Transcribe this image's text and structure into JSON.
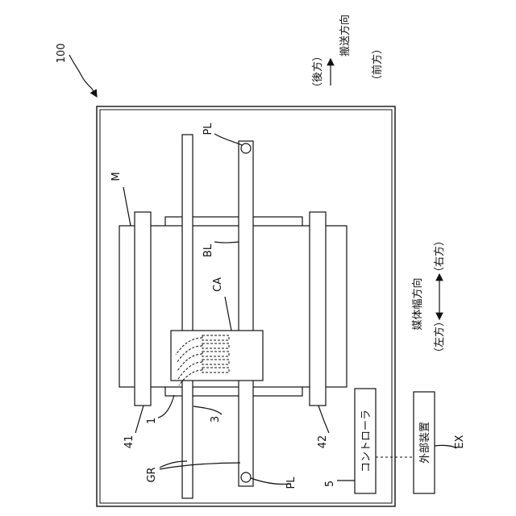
{
  "figure": {
    "ref_main": "100",
    "ref_medium": "M",
    "ref_carriage": "CA",
    "ref_belt": "BL",
    "ref_pulley_top": "PL",
    "ref_pulley_bottom": "PL",
    "ref_head": "1",
    "ref_guide_rail_num": "3",
    "ref_guide_rail": "GR",
    "ref_roller_left": "41",
    "ref_roller_right": "42",
    "ref_controller_num": "5",
    "ref_external": "EX"
  },
  "controller": {
    "label": "コントローラ"
  },
  "external_device": {
    "label": "外部装置"
  },
  "transport_axis": {
    "title": "搬送方向",
    "rear": "（後方）",
    "front": "（前方）"
  },
  "width_axis": {
    "title": "媒体幅方向",
    "left": "（左方）",
    "right": "（右方）"
  }
}
